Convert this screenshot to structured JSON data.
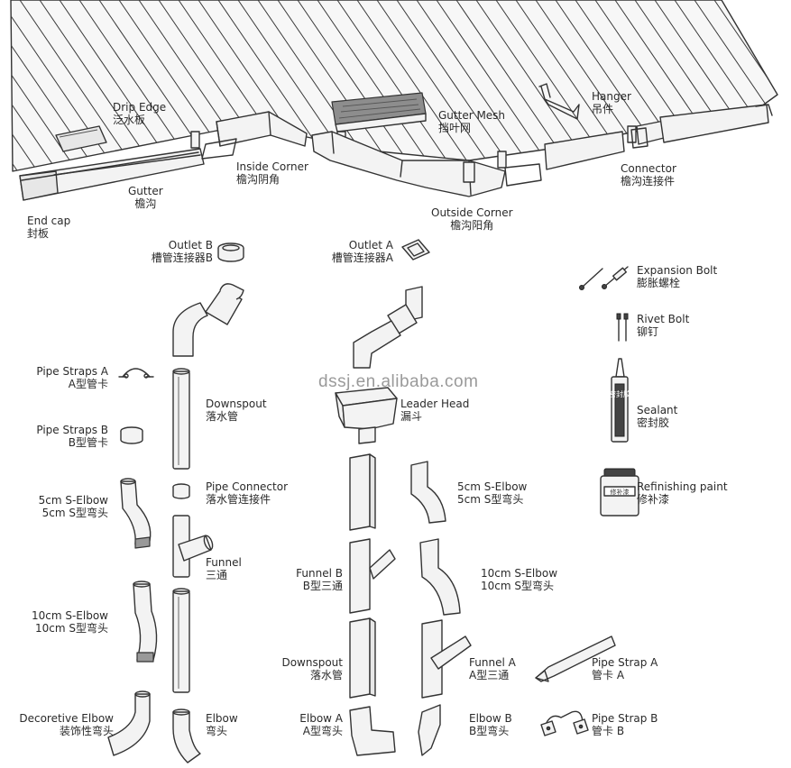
{
  "watermark": "dssj.en.alibaba.com",
  "roof": {
    "drip_edge": {
      "en": "Drip Edge",
      "zh": "泛水板"
    },
    "gutter_mesh": {
      "en": "Gutter Mesh",
      "zh": "挡叶网"
    },
    "hanger": {
      "en": "Hanger",
      "zh": "吊件"
    },
    "inside_corner": {
      "en": "Inside Corner",
      "zh": "檐沟阴角"
    },
    "gutter": {
      "en": "Gutter",
      "zh": "檐沟"
    },
    "end_cap": {
      "en": "End cap",
      "zh": "封板"
    },
    "outside_corner": {
      "en": "Outside Corner",
      "zh": "檐沟阳角"
    },
    "connector": {
      "en": "Connector",
      "zh": "檐沟连接件"
    }
  },
  "round_system": {
    "outlet_b": {
      "en": "Outlet B",
      "zh": "槽管连接器B"
    },
    "pipe_straps_a": {
      "en": "Pipe Straps A",
      "zh": "A型管卡"
    },
    "pipe_straps_b": {
      "en": "Pipe Straps B",
      "zh": "B型管卡"
    },
    "s_elbow_5": {
      "en": "5cm S-Elbow",
      "zh": "5cm S型弯头"
    },
    "s_elbow_10": {
      "en": "10cm S-Elbow",
      "zh": "10cm S型弯头"
    },
    "decorative_elbow": {
      "en": "Decoretive Elbow",
      "zh": "装饰性弯头"
    },
    "downspout": {
      "en": "Downspout",
      "zh": "落水管"
    },
    "pipe_connector": {
      "en": "Pipe Connector",
      "zh": "落水管连接件"
    },
    "funnel": {
      "en": "Funnel",
      "zh": "三通"
    },
    "elbow": {
      "en": "Elbow",
      "zh": "弯头"
    }
  },
  "square_system": {
    "outlet_a": {
      "en": "Outlet A",
      "zh": "槽管连接器A"
    },
    "leader_head": {
      "en": "Leader Head",
      "zh": "漏斗"
    },
    "s_elbow_5": {
      "en": "5cm S-Elbow",
      "zh": "5cm S型弯头"
    },
    "funnel_b": {
      "en": "Funnel B",
      "zh": "B型三通"
    },
    "s_elbow_10": {
      "en": "10cm S-Elbow",
      "zh": "10cm S型弯头"
    },
    "downspout": {
      "en": "Downspout",
      "zh": "落水管"
    },
    "funnel_a": {
      "en": "Funnel A",
      "zh": "A型三通"
    },
    "elbow_a": {
      "en": "Elbow A",
      "zh": "A型弯头"
    },
    "elbow_b": {
      "en": "Elbow B",
      "zh": "B型弯头"
    }
  },
  "accessories": {
    "expansion_bolt": {
      "en": "Expansion Bolt",
      "zh": "膨胀螺栓"
    },
    "rivet_bolt": {
      "en": "Rivet Bolt",
      "zh": "铆钉"
    },
    "sealant": {
      "en": "Sealant",
      "zh": "密封胶"
    },
    "sealant_tube_text": "密封胶",
    "refinishing_paint": {
      "en": "Refinishing paint",
      "zh": "修补漆"
    },
    "paint_can_text": "修补漆",
    "pipe_strap_a": {
      "en": "Pipe Strap A",
      "zh": "管卡 A"
    },
    "pipe_strap_b": {
      "en": "Pipe Strap B",
      "zh": "管卡 B"
    }
  }
}
